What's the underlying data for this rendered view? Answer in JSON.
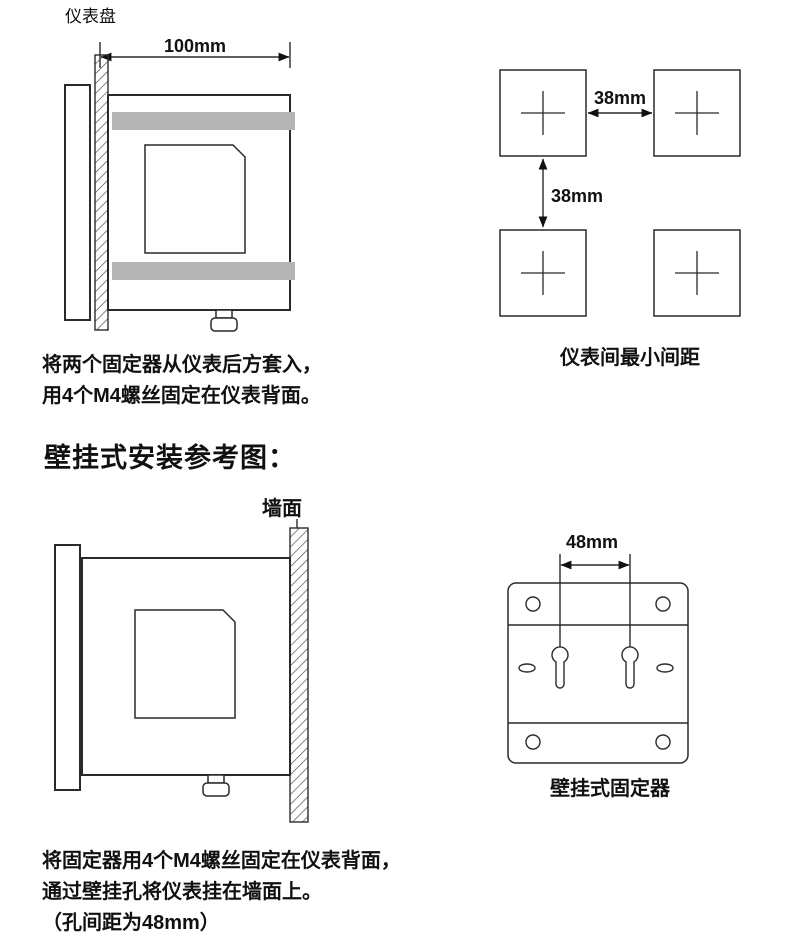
{
  "panel_section": {
    "panel_label": "仪表盘",
    "dim_width": "100mm",
    "caption": [
      "将两个固定器从仪表后方套入，",
      "用4个M4螺丝固定在仪表背面。"
    ]
  },
  "spacing_section": {
    "dim_horizontal": "38mm",
    "dim_vertical": "38mm",
    "label": "仪表间最小间距"
  },
  "wall_section": {
    "heading": "壁挂式安装参考图：",
    "wall_label": "墙面",
    "caption": [
      "将固定器用4个M4螺丝固定在仪表背面，",
      "通过壁挂孔将仪表挂在墙面上。",
      "（孔间距为48mm）"
    ]
  },
  "bracket_section": {
    "dim": "48mm",
    "label": "壁挂式固定器"
  },
  "colors": {
    "background": "#ffffff",
    "line": "#2a2a2a",
    "text": "#111111",
    "fixer_bar": "#b5b5b5"
  }
}
